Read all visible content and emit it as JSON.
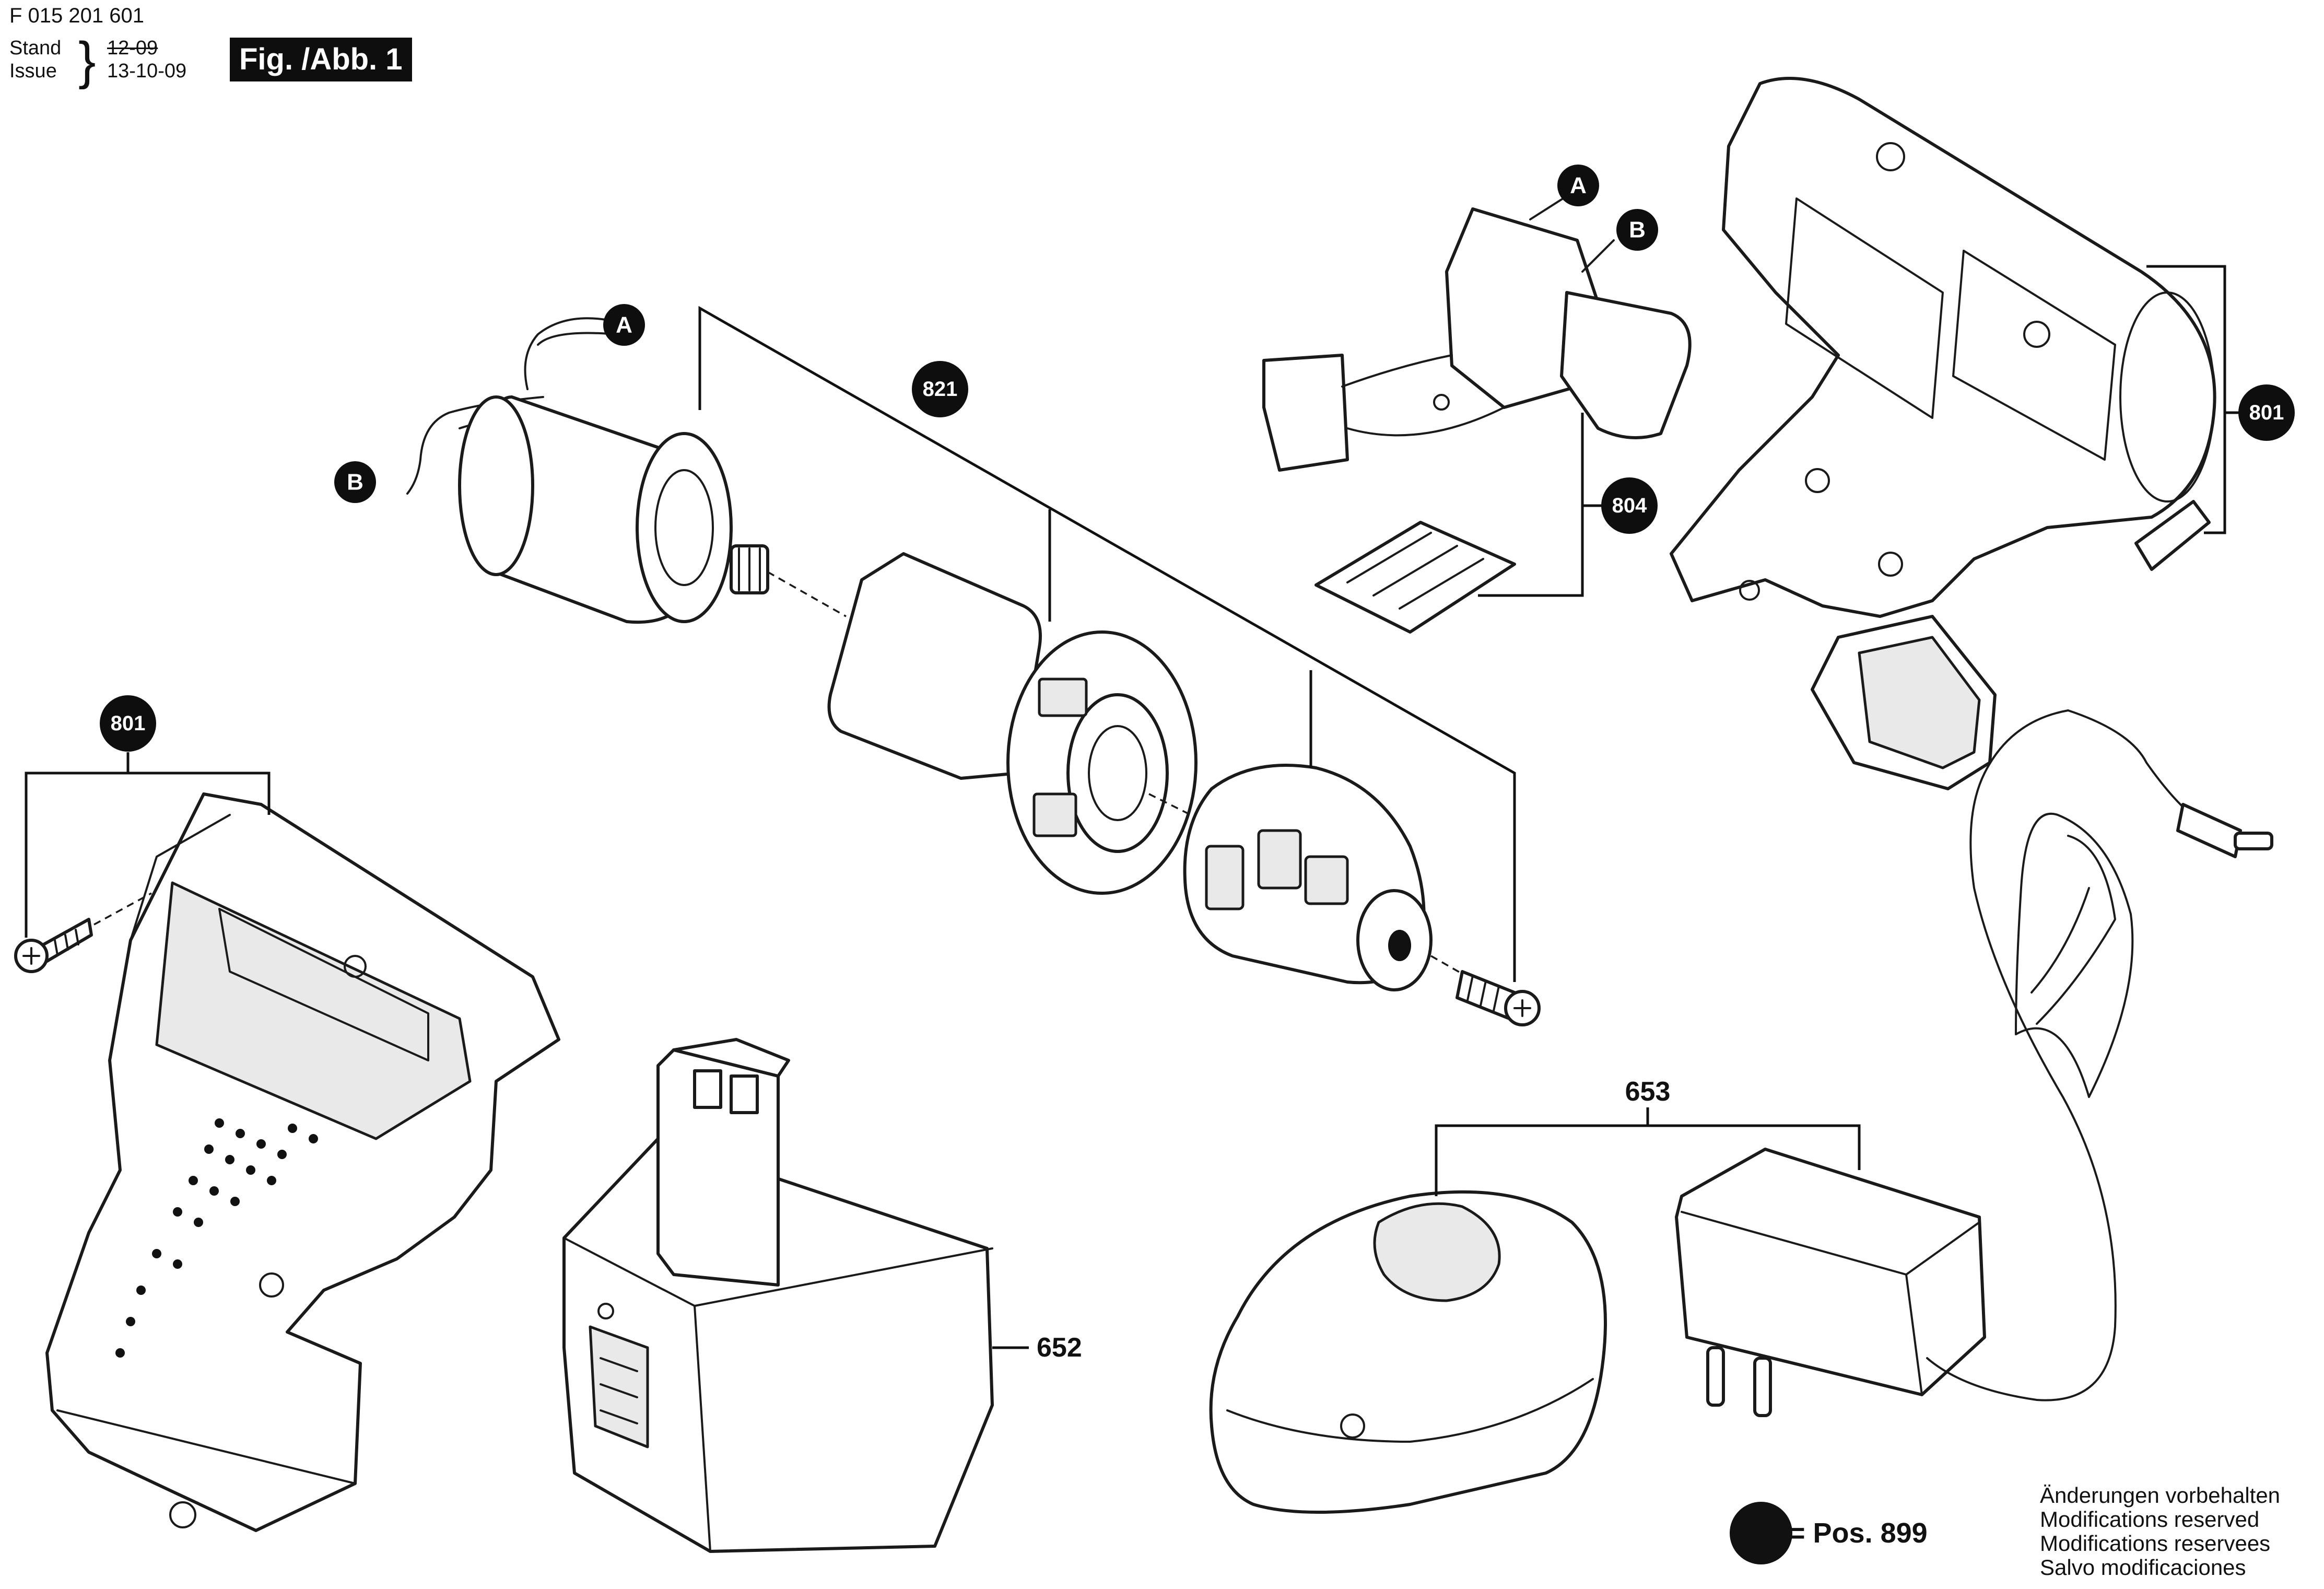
{
  "header": {
    "doc_number": "F 015 201 601",
    "stand_label": "Stand",
    "stand_date": "12-09",
    "issue_label": "Issue",
    "issue_date": "13-10-09",
    "fig_label": "Fig. /Abb. 1"
  },
  "callouts": {
    "wire_a": "A",
    "wire_b": "B",
    "switch_a": "A",
    "switch_b": "B",
    "gear_group": "821",
    "housing_right": "801",
    "housing_left": "801",
    "switch_group": "804",
    "charger_group": "653",
    "battery": "652"
  },
  "legend": {
    "text": "= Pos. 899"
  },
  "footer": {
    "notes": [
      "Änderungen vorbehalten",
      "Modifications reserved",
      "Modifications reservees",
      "Salvo modificaciones"
    ]
  }
}
